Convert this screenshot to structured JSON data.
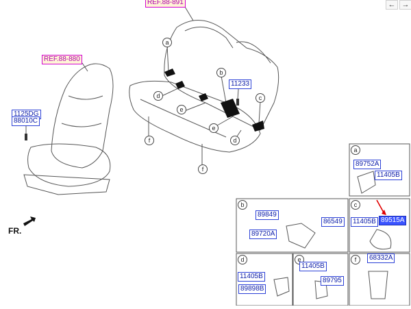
{
  "nav": {
    "back_icon": "arrow-left-icon",
    "forward_icon": "arrow-right-icon"
  },
  "refs": {
    "rear_seat": "REF.88-891",
    "front_seat": "REF.88-880"
  },
  "main_parts": {
    "p1125DG": "1125DG",
    "p88010C": "88010C",
    "p11233": "11233"
  },
  "direction": "FR.",
  "callouts": [
    "a",
    "b",
    "c",
    "d",
    "e",
    "f"
  ],
  "panels": {
    "a": {
      "letter": "a",
      "parts": [
        "89752A",
        "11405B"
      ]
    },
    "b": {
      "letter": "b",
      "parts": [
        "89849",
        "86549",
        "89720A"
      ]
    },
    "c": {
      "letter": "c",
      "parts": [
        "11405B",
        "89515A"
      ],
      "selected": "89515A"
    },
    "d": {
      "letter": "d",
      "parts": [
        "11405B",
        "89898B"
      ]
    },
    "e": {
      "letter": "e",
      "parts": [
        "11405B",
        "89795"
      ]
    },
    "f": {
      "letter": "f",
      "parts": [
        "68332A"
      ]
    }
  },
  "colors": {
    "label_border": "#2a3fd6",
    "ref_border": "#d100d1",
    "selected": "#3a53ff",
    "arrow": "#e00000"
  }
}
